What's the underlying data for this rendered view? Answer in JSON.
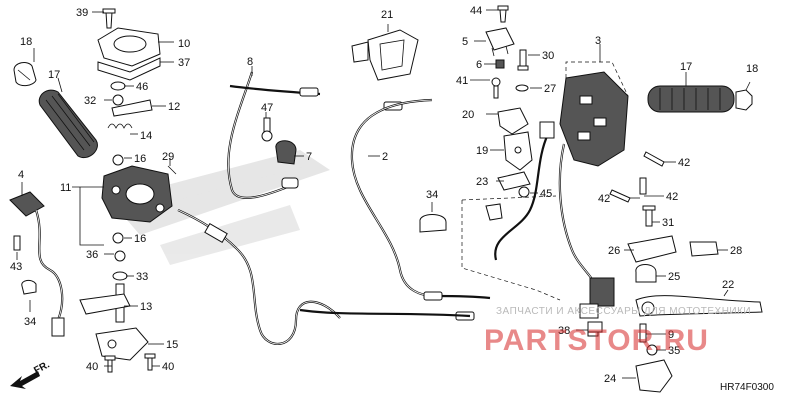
{
  "callouts": {
    "c2": "2",
    "c3": "3",
    "c4": "4",
    "c5": "5",
    "c6": "6",
    "c7": "7",
    "c8": "8",
    "c9": "9",
    "c10": "10",
    "c11": "11",
    "c12": "12",
    "c13": "13",
    "c14": "14",
    "c15": "15",
    "c16a": "16",
    "c16b": "16",
    "c17a": "17",
    "c17b": "17",
    "c18a": "18",
    "c18b": "18",
    "c19": "19",
    "c20": "20",
    "c21": "21",
    "c22": "22",
    "c23": "23",
    "c24": "24",
    "c25": "25",
    "c26": "26",
    "c27": "27",
    "c28": "28",
    "c29": "29",
    "c30": "30",
    "c31": "31",
    "c32": "32",
    "c33": "33",
    "c34a": "34",
    "c34b": "34",
    "c35": "35",
    "c36": "36",
    "c37": "37",
    "c38": "38",
    "c39": "39",
    "c40a": "40",
    "c40b": "40",
    "c41": "41",
    "c42a": "42",
    "c42b": "42",
    "c42c": "42",
    "c43": "43",
    "c44": "44",
    "c45": "45",
    "c46": "46",
    "c47": "47"
  },
  "direction_label": "FR.",
  "diagram_code": "HR74F0300",
  "watermark": {
    "caption": "ЗАПЧАСТИ И АКСЕССУАРЫ ДЛЯ МОТОТЕХНИКИ",
    "site": "PARTSTOR.RU"
  }
}
